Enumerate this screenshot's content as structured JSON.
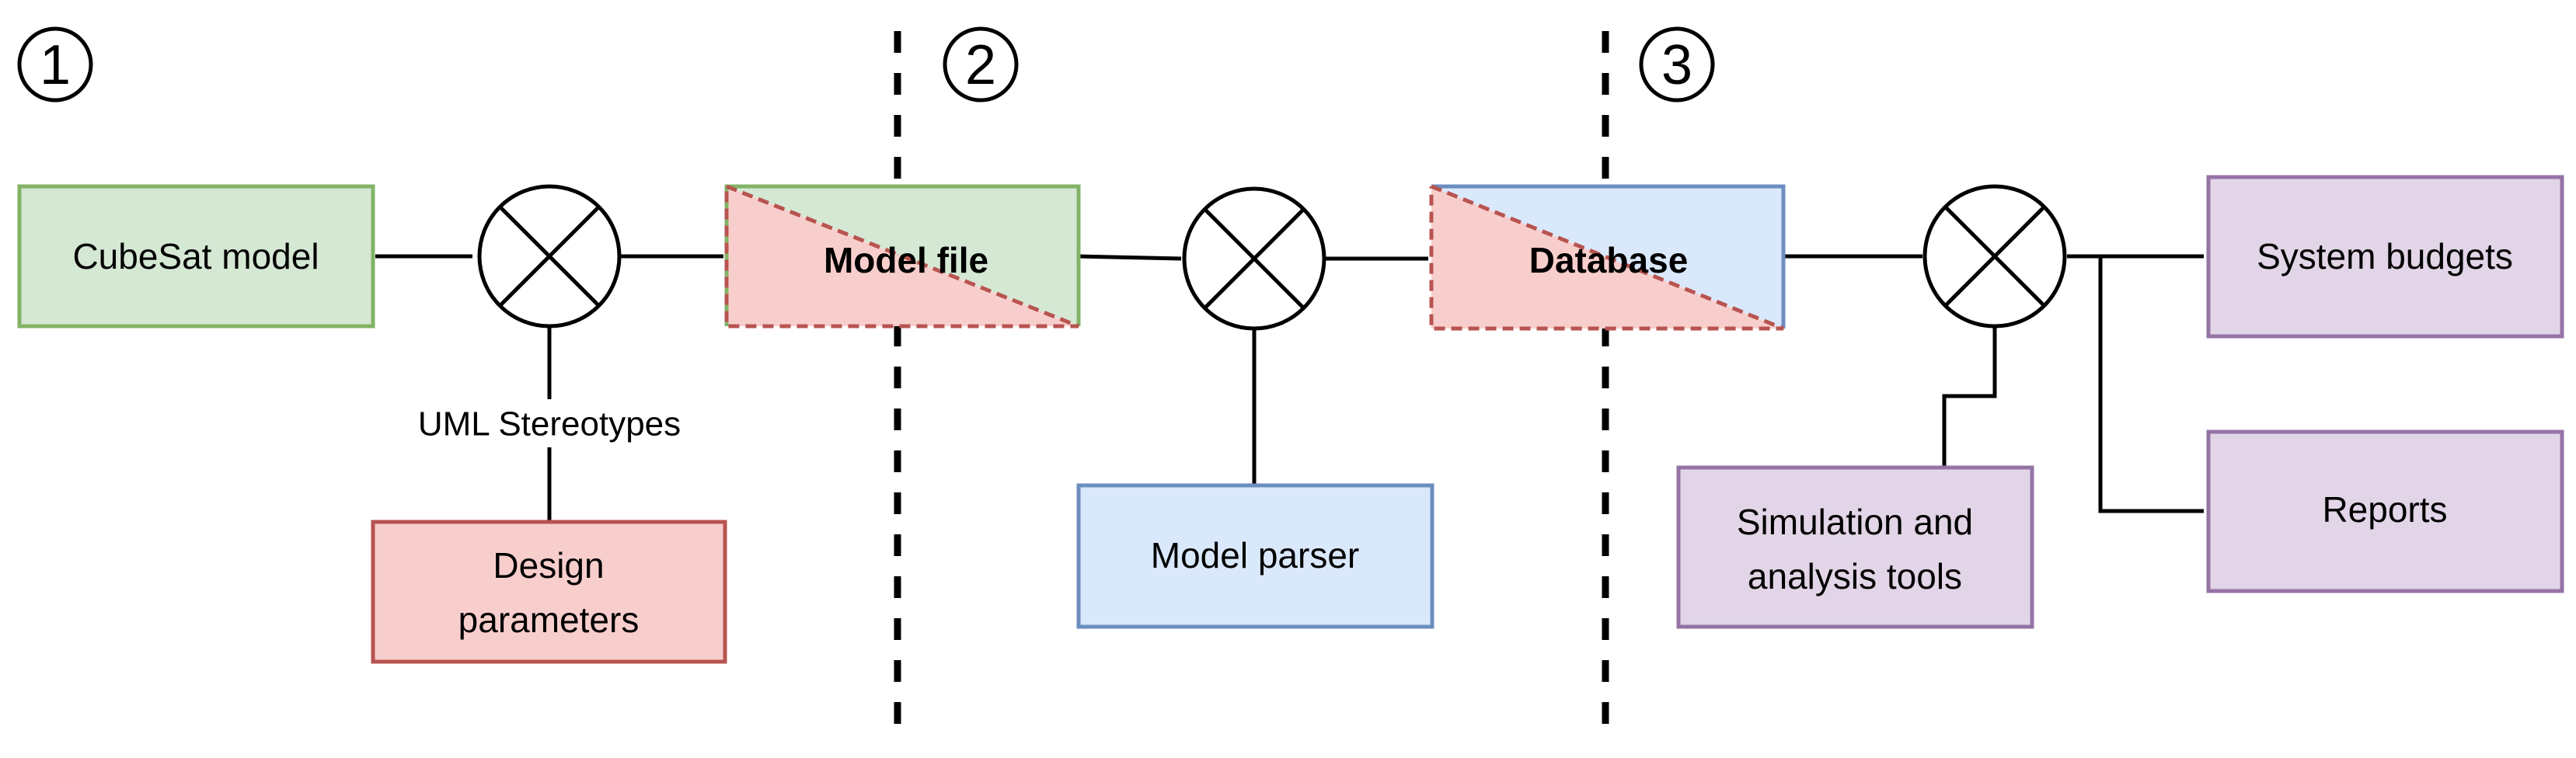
{
  "stages": {
    "s1": "1",
    "s2": "2",
    "s3": "3"
  },
  "nodes": {
    "cubesat_model": "CubeSat model",
    "design_parameters_line1": "Design",
    "design_parameters_line2": "parameters",
    "model_file": "Model file",
    "model_parser": "Model parser",
    "database": "Database",
    "simulation_line1": "Simulation and",
    "simulation_line2": "analysis tools",
    "system_budgets": "System budgets",
    "reports": "Reports"
  },
  "edge_labels": {
    "uml_stereotypes": "UML Stereotypes"
  },
  "colors": {
    "green_fill": "#d5e8d4",
    "green_stroke": "#82b366",
    "red_fill": "#f8cecc",
    "red_stroke": "#b85450",
    "blue_fill": "#dae8fc",
    "blue_stroke": "#6c8ebf",
    "purple_fill": "#e1d5e7",
    "purple_stroke": "#9673a6"
  }
}
